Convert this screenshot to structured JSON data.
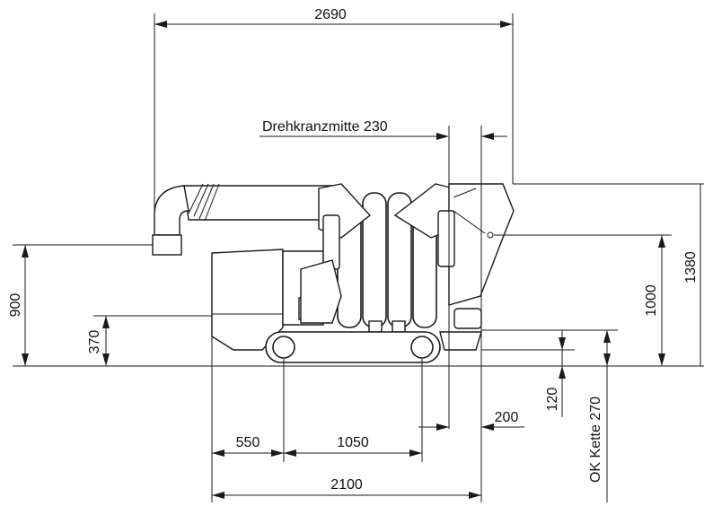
{
  "drawing": {
    "dimensions": {
      "overall_length_top": "2690",
      "slewing_center_label": "Drehkranzmitte 230",
      "height_900": "900",
      "height_370": "370",
      "height_1000": "1000",
      "height_1380": "1380",
      "bottom_550": "550",
      "bottom_1050": "1050",
      "bottom_2100": "2100",
      "offset_200": "200",
      "offset_120": "120",
      "track_top_label": "OK Kette 270"
    }
  }
}
